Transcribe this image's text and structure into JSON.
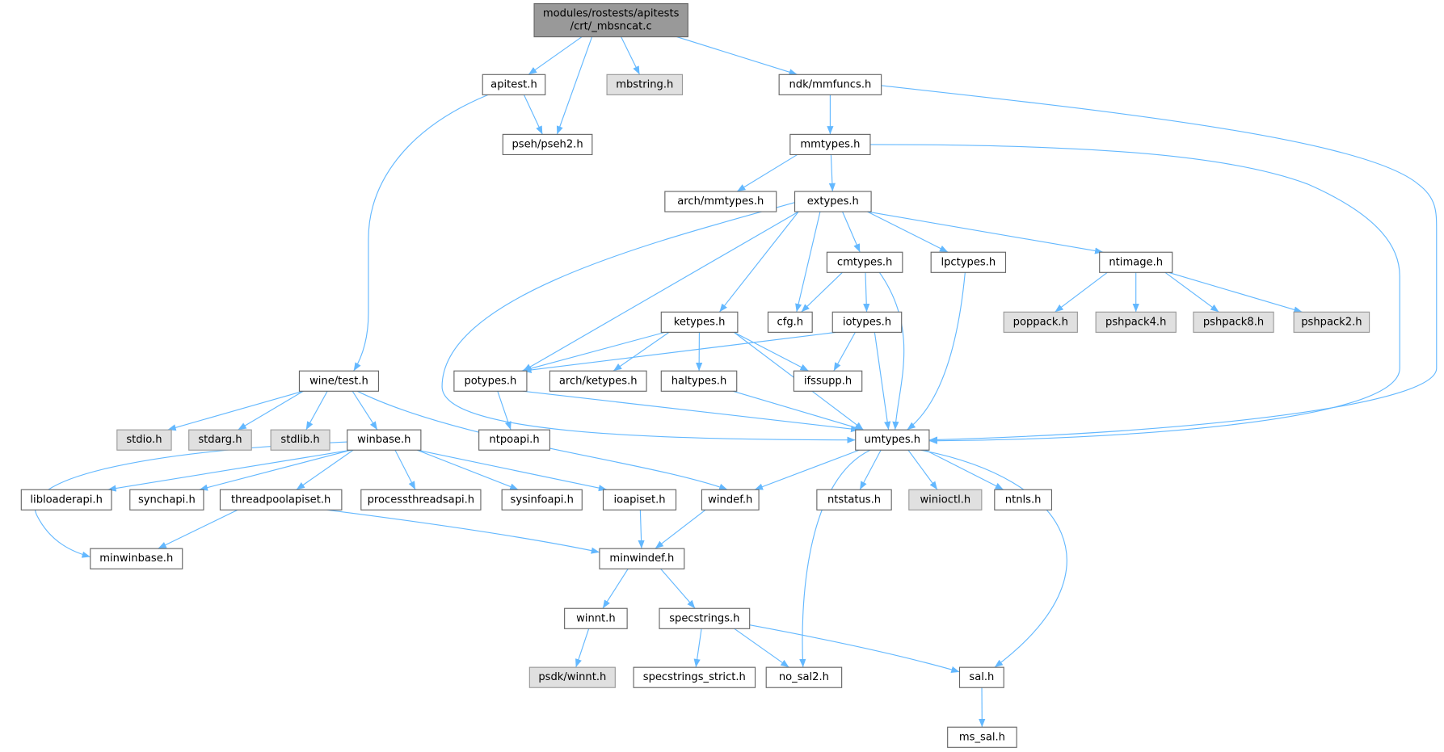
{
  "graph": {
    "type": "include-dependency-graph",
    "colors": {
      "edge": "#63b8ff",
      "root_fill": "#999999",
      "normal_fill": "#ffffff",
      "external_fill": "#e0e0e0",
      "border": "#666666",
      "external_border": "#999999"
    },
    "nodes": [
      {
        "id": "root",
        "label": [
          "modules/rostests/apitests",
          "/crt/_mbsncat.c"
        ],
        "kind": "root"
      },
      {
        "id": "apitest",
        "label": [
          "apitest.h"
        ],
        "kind": "normal"
      },
      {
        "id": "mbstring",
        "label": [
          "mbstring.h"
        ],
        "kind": "external"
      },
      {
        "id": "mmfuncs",
        "label": [
          "ndk/mmfuncs.h"
        ],
        "kind": "normal"
      },
      {
        "id": "pseh2",
        "label": [
          "pseh/pseh2.h"
        ],
        "kind": "normal"
      },
      {
        "id": "mmtypes",
        "label": [
          "mmtypes.h"
        ],
        "kind": "normal"
      },
      {
        "id": "archmmtypes",
        "label": [
          "arch/mmtypes.h"
        ],
        "kind": "normal"
      },
      {
        "id": "extypes",
        "label": [
          "extypes.h"
        ],
        "kind": "normal"
      },
      {
        "id": "cmtypes",
        "label": [
          "cmtypes.h"
        ],
        "kind": "normal"
      },
      {
        "id": "lpctypes",
        "label": [
          "lpctypes.h"
        ],
        "kind": "normal"
      },
      {
        "id": "ntimage",
        "label": [
          "ntimage.h"
        ],
        "kind": "normal"
      },
      {
        "id": "ketypes",
        "label": [
          "ketypes.h"
        ],
        "kind": "normal"
      },
      {
        "id": "cfg",
        "label": [
          "cfg.h"
        ],
        "kind": "normal"
      },
      {
        "id": "iotypes",
        "label": [
          "iotypes.h"
        ],
        "kind": "normal"
      },
      {
        "id": "poppack",
        "label": [
          "poppack.h"
        ],
        "kind": "external"
      },
      {
        "id": "pshpack4",
        "label": [
          "pshpack4.h"
        ],
        "kind": "external"
      },
      {
        "id": "pshpack8",
        "label": [
          "pshpack8.h"
        ],
        "kind": "external"
      },
      {
        "id": "pshpack2",
        "label": [
          "pshpack2.h"
        ],
        "kind": "external"
      },
      {
        "id": "winetest",
        "label": [
          "wine/test.h"
        ],
        "kind": "normal"
      },
      {
        "id": "potypes",
        "label": [
          "potypes.h"
        ],
        "kind": "normal"
      },
      {
        "id": "archketypes",
        "label": [
          "arch/ketypes.h"
        ],
        "kind": "normal"
      },
      {
        "id": "haltypes",
        "label": [
          "haltypes.h"
        ],
        "kind": "normal"
      },
      {
        "id": "ifssupp",
        "label": [
          "ifssupp.h"
        ],
        "kind": "normal"
      },
      {
        "id": "stdio",
        "label": [
          "stdio.h"
        ],
        "kind": "external"
      },
      {
        "id": "stdarg",
        "label": [
          "stdarg.h"
        ],
        "kind": "external"
      },
      {
        "id": "stdlib",
        "label": [
          "stdlib.h"
        ],
        "kind": "external"
      },
      {
        "id": "winbase",
        "label": [
          "winbase.h"
        ],
        "kind": "normal"
      },
      {
        "id": "ntpoapi",
        "label": [
          "ntpoapi.h"
        ],
        "kind": "normal"
      },
      {
        "id": "umtypes",
        "label": [
          "umtypes.h"
        ],
        "kind": "normal"
      },
      {
        "id": "libloaderapi",
        "label": [
          "libloaderapi.h"
        ],
        "kind": "normal"
      },
      {
        "id": "synchapi",
        "label": [
          "synchapi.h"
        ],
        "kind": "normal"
      },
      {
        "id": "threadpoolapiset",
        "label": [
          "threadpoolapiset.h"
        ],
        "kind": "normal"
      },
      {
        "id": "processthreadsapi",
        "label": [
          "processthreadsapi.h"
        ],
        "kind": "normal"
      },
      {
        "id": "sysinfoapi",
        "label": [
          "sysinfoapi.h"
        ],
        "kind": "normal"
      },
      {
        "id": "ioapiset",
        "label": [
          "ioapiset.h"
        ],
        "kind": "normal"
      },
      {
        "id": "windef",
        "label": [
          "windef.h"
        ],
        "kind": "normal"
      },
      {
        "id": "ntstatus",
        "label": [
          "ntstatus.h"
        ],
        "kind": "normal"
      },
      {
        "id": "winioctl",
        "label": [
          "winioctl.h"
        ],
        "kind": "external"
      },
      {
        "id": "ntnls",
        "label": [
          "ntnls.h"
        ],
        "kind": "normal"
      },
      {
        "id": "minwinbase",
        "label": [
          "minwinbase.h"
        ],
        "kind": "normal"
      },
      {
        "id": "minwindef",
        "label": [
          "minwindef.h"
        ],
        "kind": "normal"
      },
      {
        "id": "winnt",
        "label": [
          "winnt.h"
        ],
        "kind": "normal"
      },
      {
        "id": "specstrings",
        "label": [
          "specstrings.h"
        ],
        "kind": "normal"
      },
      {
        "id": "psdkwinnt",
        "label": [
          "psdk/winnt.h"
        ],
        "kind": "external"
      },
      {
        "id": "specstrings_strict",
        "label": [
          "specstrings_strict.h"
        ],
        "kind": "normal"
      },
      {
        "id": "no_sal2",
        "label": [
          "no_sal2.h"
        ],
        "kind": "normal"
      },
      {
        "id": "sal",
        "label": [
          "sal.h"
        ],
        "kind": "normal"
      },
      {
        "id": "ms_sal",
        "label": [
          "ms_sal.h"
        ],
        "kind": "normal"
      }
    ],
    "edges": [
      [
        "root",
        "apitest"
      ],
      [
        "root",
        "pseh2"
      ],
      [
        "root",
        "mbstring"
      ],
      [
        "root",
        "mmfuncs"
      ],
      [
        "apitest",
        "pseh2"
      ],
      [
        "apitest",
        "winetest"
      ],
      [
        "mmfuncs",
        "mmtypes"
      ],
      [
        "mmfuncs",
        "umtypes"
      ],
      [
        "mmtypes",
        "archmmtypes"
      ],
      [
        "mmtypes",
        "extypes"
      ],
      [
        "mmtypes",
        "umtypes"
      ],
      [
        "extypes",
        "umtypes"
      ],
      [
        "extypes",
        "potypes"
      ],
      [
        "extypes",
        "ketypes"
      ],
      [
        "extypes",
        "cfg"
      ],
      [
        "extypes",
        "cmtypes"
      ],
      [
        "extypes",
        "lpctypes"
      ],
      [
        "extypes",
        "ntimage"
      ],
      [
        "cmtypes",
        "cfg"
      ],
      [
        "cmtypes",
        "iotypes"
      ],
      [
        "cmtypes",
        "umtypes"
      ],
      [
        "lpctypes",
        "umtypes"
      ],
      [
        "ntimage",
        "poppack"
      ],
      [
        "ntimage",
        "pshpack4"
      ],
      [
        "ntimage",
        "pshpack8"
      ],
      [
        "ntimage",
        "pshpack2"
      ],
      [
        "ketypes",
        "potypes"
      ],
      [
        "ketypes",
        "archketypes"
      ],
      [
        "ketypes",
        "haltypes"
      ],
      [
        "ketypes",
        "ifssupp"
      ],
      [
        "ketypes",
        "umtypes"
      ],
      [
        "iotypes",
        "potypes"
      ],
      [
        "iotypes",
        "ifssupp"
      ],
      [
        "iotypes",
        "umtypes"
      ],
      [
        "potypes",
        "ntpoapi"
      ],
      [
        "potypes",
        "umtypes"
      ],
      [
        "haltypes",
        "umtypes"
      ],
      [
        "winetest",
        "stdio"
      ],
      [
        "winetest",
        "stdarg"
      ],
      [
        "winetest",
        "stdlib"
      ],
      [
        "winetest",
        "winbase"
      ],
      [
        "winetest",
        "windef"
      ],
      [
        "winbase",
        "minwinbase"
      ],
      [
        "winbase",
        "libloaderapi"
      ],
      [
        "winbase",
        "synchapi"
      ],
      [
        "winbase",
        "threadpoolapiset"
      ],
      [
        "winbase",
        "processthreadsapi"
      ],
      [
        "winbase",
        "sysinfoapi"
      ],
      [
        "winbase",
        "ioapiset"
      ],
      [
        "umtypes",
        "windef"
      ],
      [
        "umtypes",
        "ntstatus"
      ],
      [
        "umtypes",
        "winioctl"
      ],
      [
        "umtypes",
        "ntnls"
      ],
      [
        "umtypes",
        "no_sal2"
      ],
      [
        "umtypes",
        "sal"
      ],
      [
        "threadpoolapiset",
        "minwinbase"
      ],
      [
        "threadpoolapiset",
        "minwindef"
      ],
      [
        "ioapiset",
        "minwindef"
      ],
      [
        "windef",
        "minwindef"
      ],
      [
        "minwindef",
        "winnt"
      ],
      [
        "minwindef",
        "specstrings"
      ],
      [
        "winnt",
        "psdkwinnt"
      ],
      [
        "specstrings",
        "specstrings_strict"
      ],
      [
        "specstrings",
        "no_sal2"
      ],
      [
        "specstrings",
        "sal"
      ],
      [
        "sal",
        "ms_sal"
      ]
    ]
  }
}
